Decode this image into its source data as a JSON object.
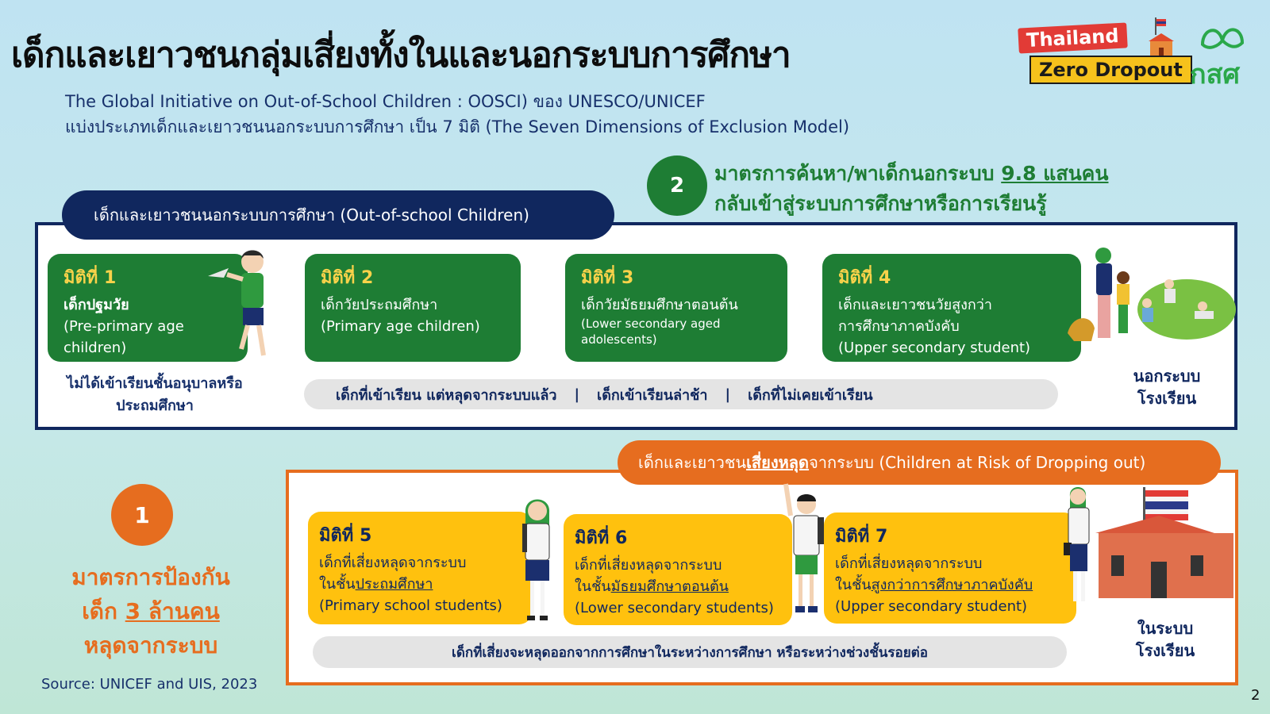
{
  "header": {
    "title": "เด็กและเยาวชนกลุ่มเสี่ยงทั้งในและนอกระบบการศึกษา",
    "subtitle_line1": "The Global Initiative on Out-of-School Children : OOSCI) ของ UNESCO/UNICEF",
    "subtitle_line2": "แบ่งประเภทเด็กและเยาวชนนอกระบบการศึกษา เป็น 7 มิติ (The Seven Dimensions of Exclusion Model)"
  },
  "logos": {
    "tzd_line1": "Thailand",
    "tzd_line2": "Zero Dropout",
    "kss": "กสศ"
  },
  "step2": {
    "number": "2",
    "line1_prefix": "มาตรการค้นหา/พาเด็กนอกระบบ ",
    "line1_emph": "9.8 แสนคน",
    "line2": "กลับเข้าสู่ระบบการศึกษาหรือการเรียนรู้"
  },
  "out_of_school": {
    "label": "เด็กและเยาวชนนอกระบบการศึกษา (Out-of-school Children)",
    "dims": [
      {
        "title": "มิติที่ 1",
        "lines": [
          "เด็กปฐมวัย",
          "(Pre-primary age",
          "children)"
        ]
      },
      {
        "title": "มิติที่ 2",
        "lines": [
          "เด็กวัยประถมศึกษา",
          "(Primary age children)"
        ]
      },
      {
        "title": "มิติที่ 3",
        "lines": [
          "เด็กวัยมัธยมศึกษาตอนต้น",
          "(Lower secondary aged",
          "adolescents)"
        ]
      },
      {
        "title": "มิติที่ 4",
        "lines": [
          "เด็กและเยาวชนวัยสูงกว่า",
          "การศึกษาภาคบังคับ",
          "(Upper secondary student)"
        ]
      }
    ],
    "note_line1": "ไม่ได้เข้าเรียนชั้นอนุบาลหรือ",
    "note_line2": "ประถมศึกษา",
    "bar_items": [
      "เด็กที่เข้าเรียน แต่หลุดจากระบบแล้ว",
      "เด็กเข้าเรียนล่าช้า",
      "เด็กที่ไม่เคยเข้าเรียน"
    ],
    "bar_separator": "|",
    "side_line1": "นอกระบบ",
    "side_line2": "โรงเรียน"
  },
  "at_risk": {
    "label_prefix": "เด็กและเยาวชน",
    "label_emph": "เสี่ยงหลุด",
    "label_suffix": "จากระบบ (Children at Risk of Dropping out)",
    "dims": [
      {
        "title": "มิติที่ 5",
        "line1": "เด็กที่เสี่ยงหลุดจากระบบ",
        "line2_prefix": "ในชั้น",
        "line2_emph": "ประถมศึกษา",
        "line3": "(Primary school students)"
      },
      {
        "title": "มิติที่ 6",
        "line1": "เด็กที่เสี่ยงหลุดจากระบบ",
        "line2_prefix": "ในชั้น",
        "line2_emph": "มัธยมศึกษาตอนต้น",
        "line3": "(Lower secondary students)"
      },
      {
        "title": "มิติที่ 7",
        "line1": "เด็กที่เสี่ยงหลุดจากระบบ",
        "line2_prefix": "ในชั้น",
        "line2_emph": "สูงกว่าการศึกษาภาคบังคับ",
        "line3": "(Upper secondary student)"
      }
    ],
    "bar_text": "เด็กที่เสี่ยงจะหลุดออกจากการศึกษาในระหว่างการศึกษา หรือระหว่างช่วงชั้นรอยต่อ",
    "side_line1": "ในระบบ",
    "side_line2": "โรงเรียน"
  },
  "step1": {
    "number": "1",
    "line1": "มาตรการป้องกัน",
    "line2_prefix": "เด็ก ",
    "line2_emph": "3 ล้านคน",
    "line3": "หลุดจากระบบ"
  },
  "footer": {
    "source": "Source: UNICEF and UIS, 2023",
    "page": "2"
  },
  "colors": {
    "navy": "#10275e",
    "green": "#1e7d34",
    "orange": "#e66d1f",
    "yellow": "#ffc10e"
  }
}
